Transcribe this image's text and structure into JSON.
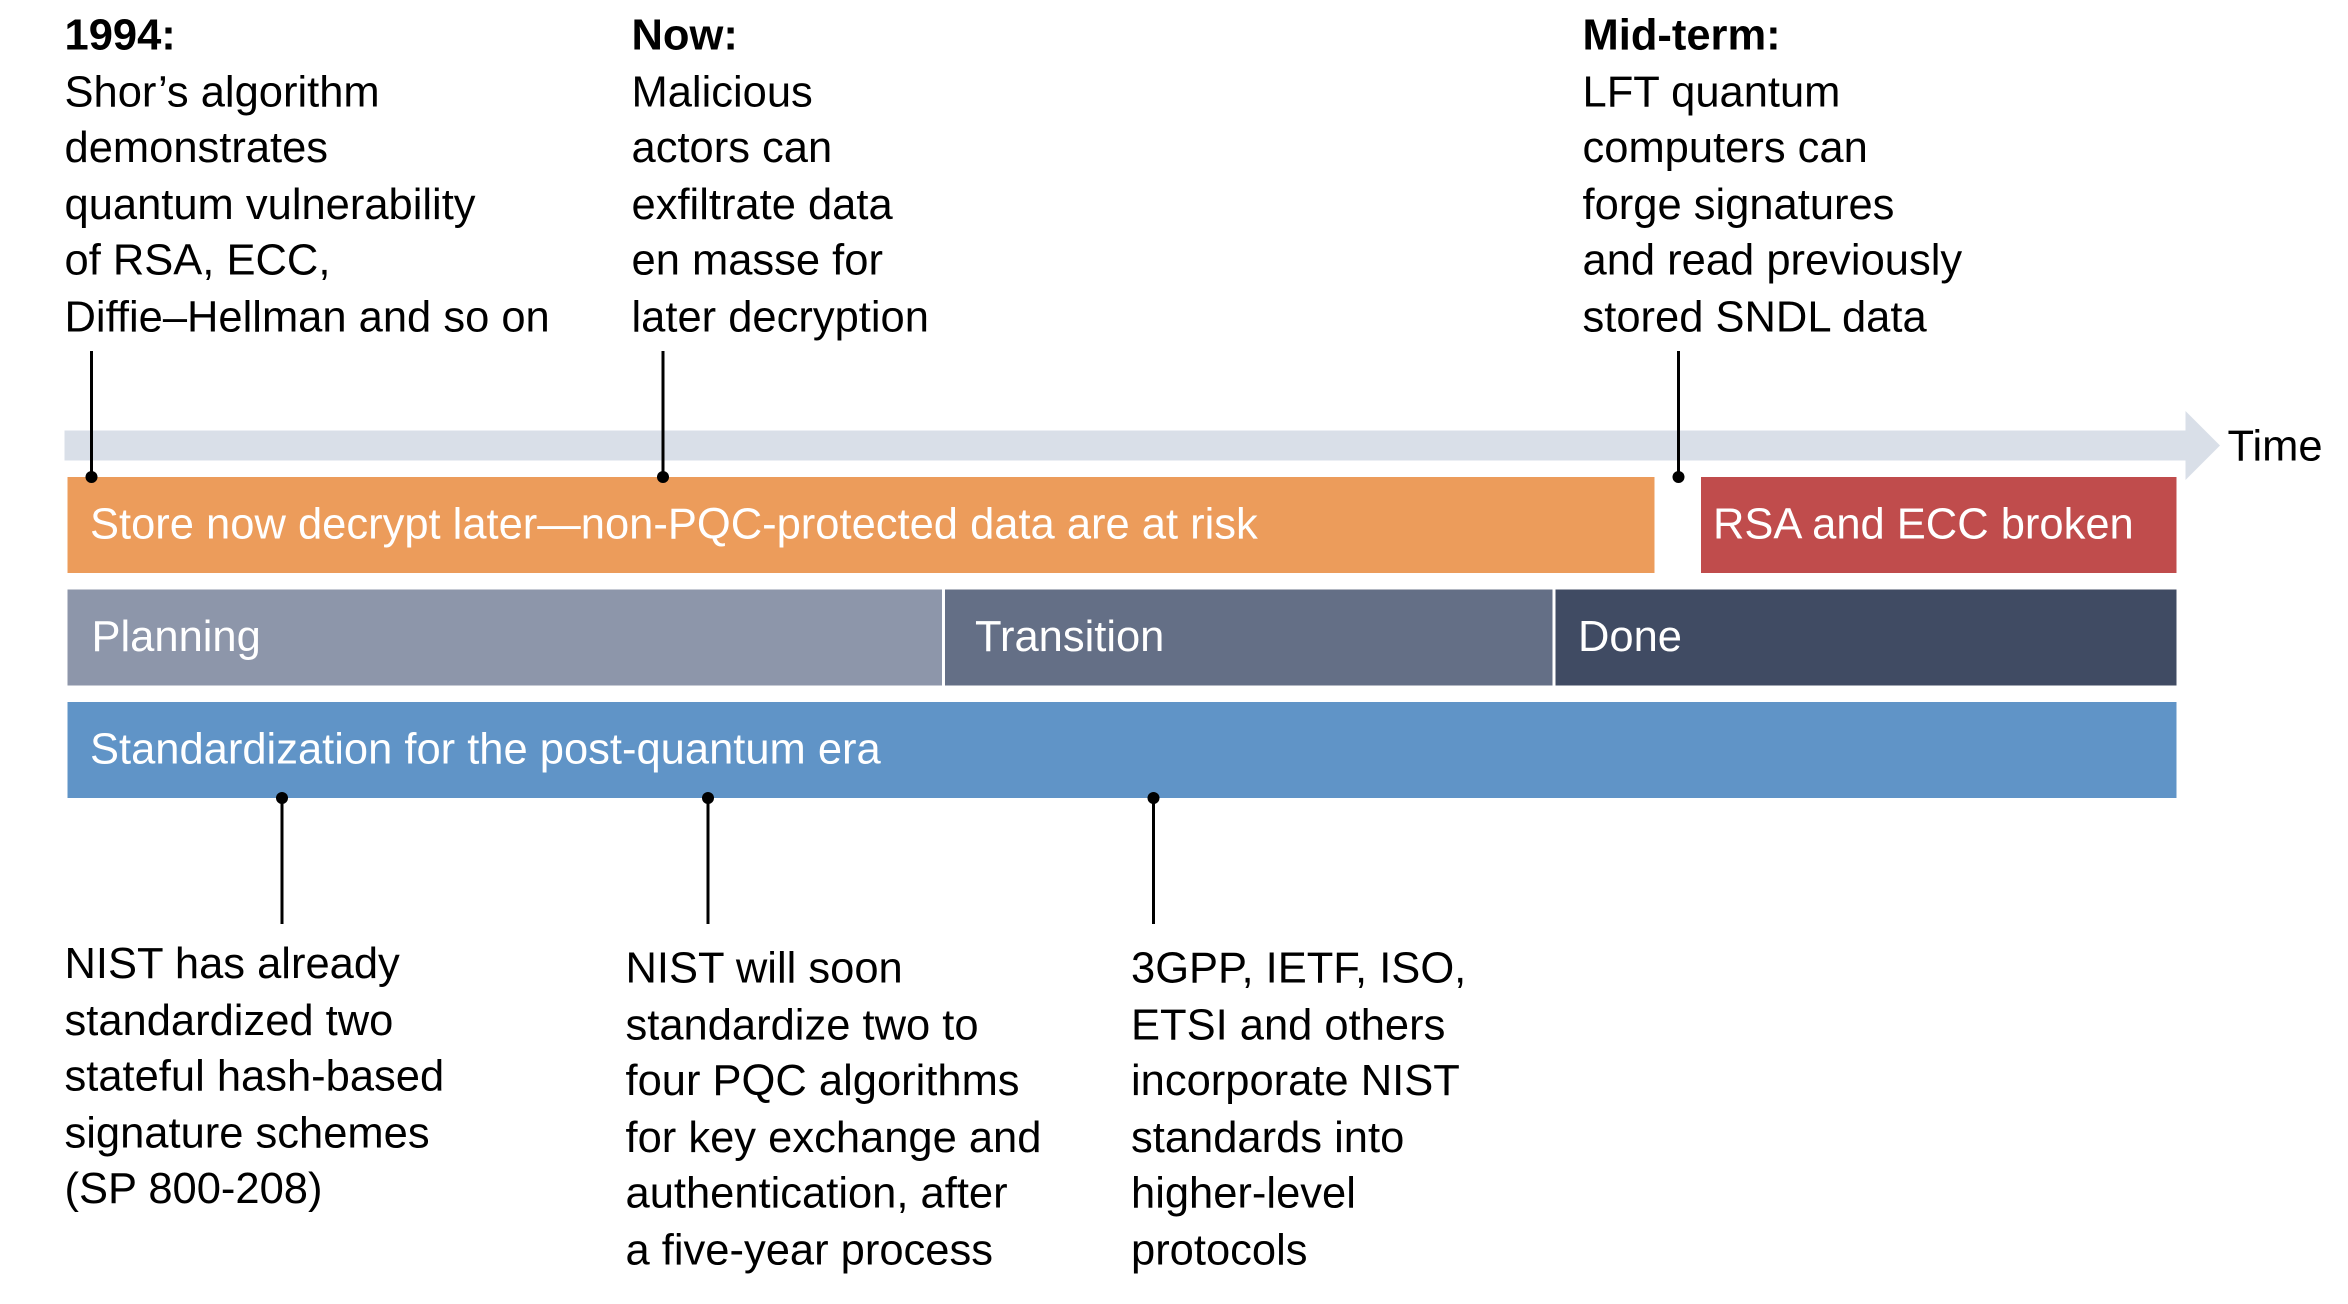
{
  "colors": {
    "arrow": "#d9dfe8",
    "store_bar": "#ec9c5b",
    "broken_bar": "#c04c4c",
    "planning": "#8d96aa",
    "transition": "#646f86",
    "done": "#404b63",
    "standardization": "#6094c7"
  },
  "timeline": {
    "axis_label": "Time"
  },
  "top_events": [
    {
      "heading": "1994:",
      "lines": [
        "Shor’s algorithm",
        "demonstrates",
        "quantum vulnerability",
        "of RSA, ECC,",
        "Diffie–Hellman and so on"
      ]
    },
    {
      "heading": "Now:",
      "lines": [
        "Malicious",
        "actors can",
        "exfiltrate data",
        "en masse for",
        "later decryption"
      ]
    },
    {
      "heading": "Mid-term:",
      "lines": [
        "LFT quantum",
        "computers can",
        "forge signatures",
        "and read previously",
        "stored SNDL data"
      ]
    }
  ],
  "bars": {
    "store_now": "Store now decrypt later—non-PQC-protected data are at risk",
    "broken": "RSA and ECC broken",
    "planning": "Planning",
    "transition": "Transition",
    "done": "Done",
    "standardization": "Standardization for the post-quantum era"
  },
  "bottom_events": [
    {
      "lines": [
        "NIST has already",
        "standardized two",
        "stateful hash-based",
        "signature schemes",
        "(SP 800-208)"
      ]
    },
    {
      "lines": [
        "NIST will soon",
        "standardize two to",
        "four PQC algorithms",
        "for key exchange and",
        "authentication, after",
        "a five-year process"
      ]
    },
    {
      "lines": [
        "3GPP, IETF, ISO,",
        "ETSI and others",
        "incorporate NIST",
        "standards into",
        "higher-level",
        "protocols"
      ]
    }
  ]
}
